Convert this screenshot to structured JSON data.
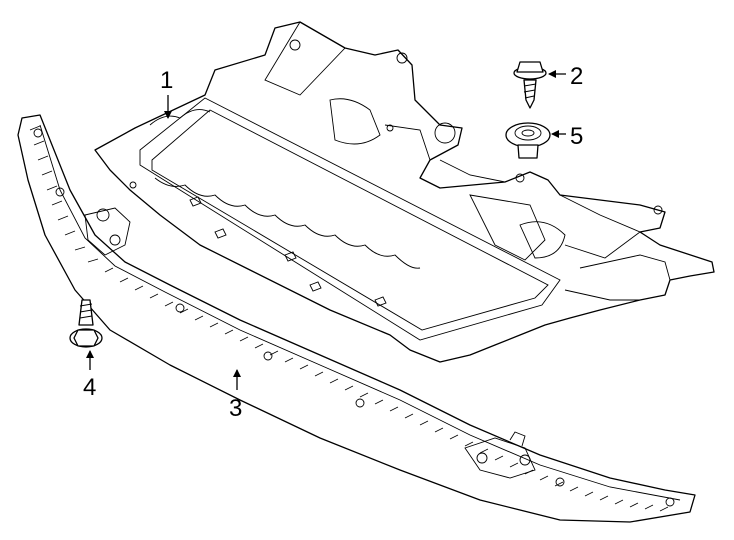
{
  "callouts": [
    {
      "id": "1",
      "label": "1",
      "part": "underbody-shield"
    },
    {
      "id": "2",
      "label": "2",
      "part": "hex-flange-screw"
    },
    {
      "id": "3",
      "label": "3",
      "part": "front-lower-spoiler"
    },
    {
      "id": "4",
      "label": "4",
      "part": "hex-bolt"
    },
    {
      "id": "5",
      "label": "5",
      "part": "push-clip"
    }
  ]
}
